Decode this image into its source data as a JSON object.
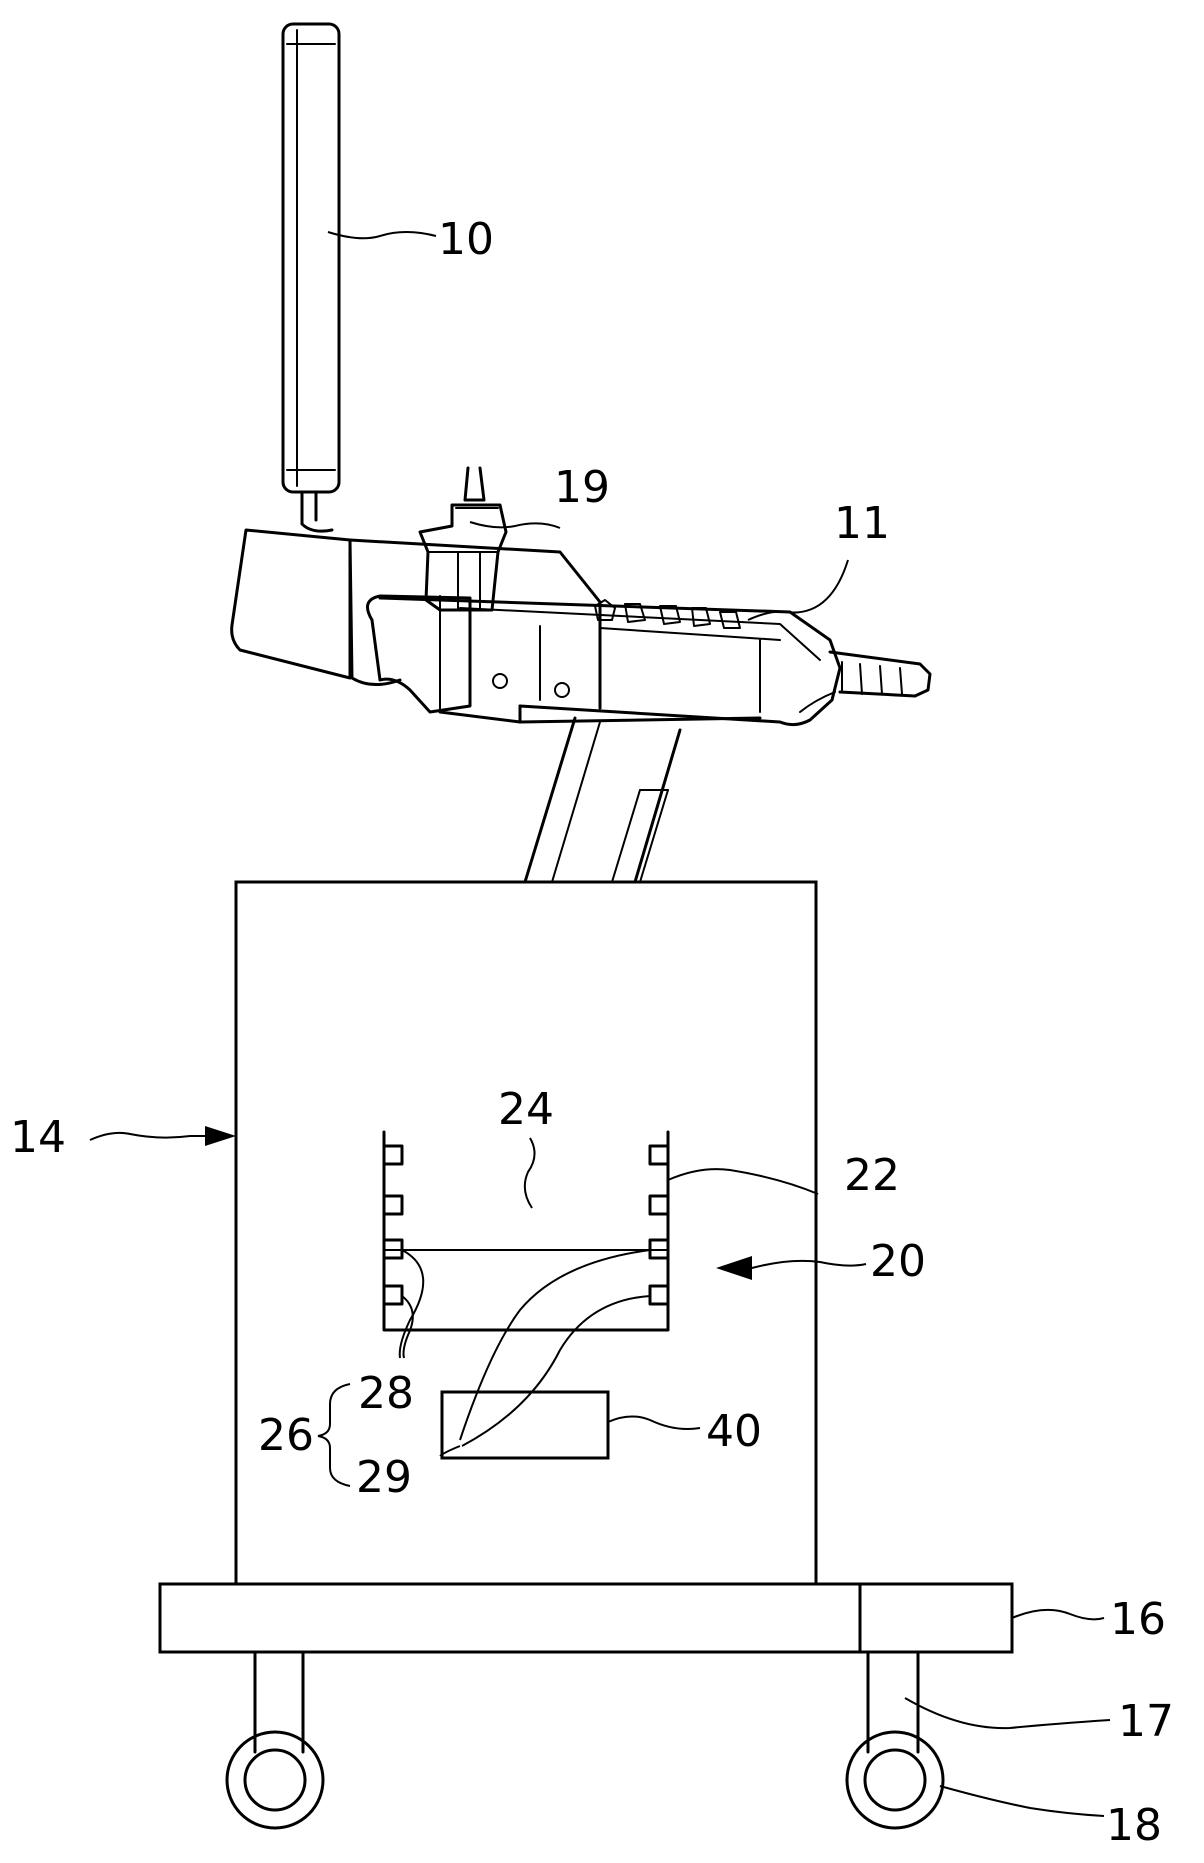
{
  "labels": {
    "display": "10",
    "control_panel": "11",
    "cart_body": "14",
    "base": "16",
    "leg": "17",
    "wheel": "18",
    "probe": "19",
    "storage_system": "20",
    "wall": "22",
    "compartment": "24",
    "sensor_group": "26",
    "sensor_a": "28",
    "sensor_b": "29",
    "processor": "40"
  }
}
